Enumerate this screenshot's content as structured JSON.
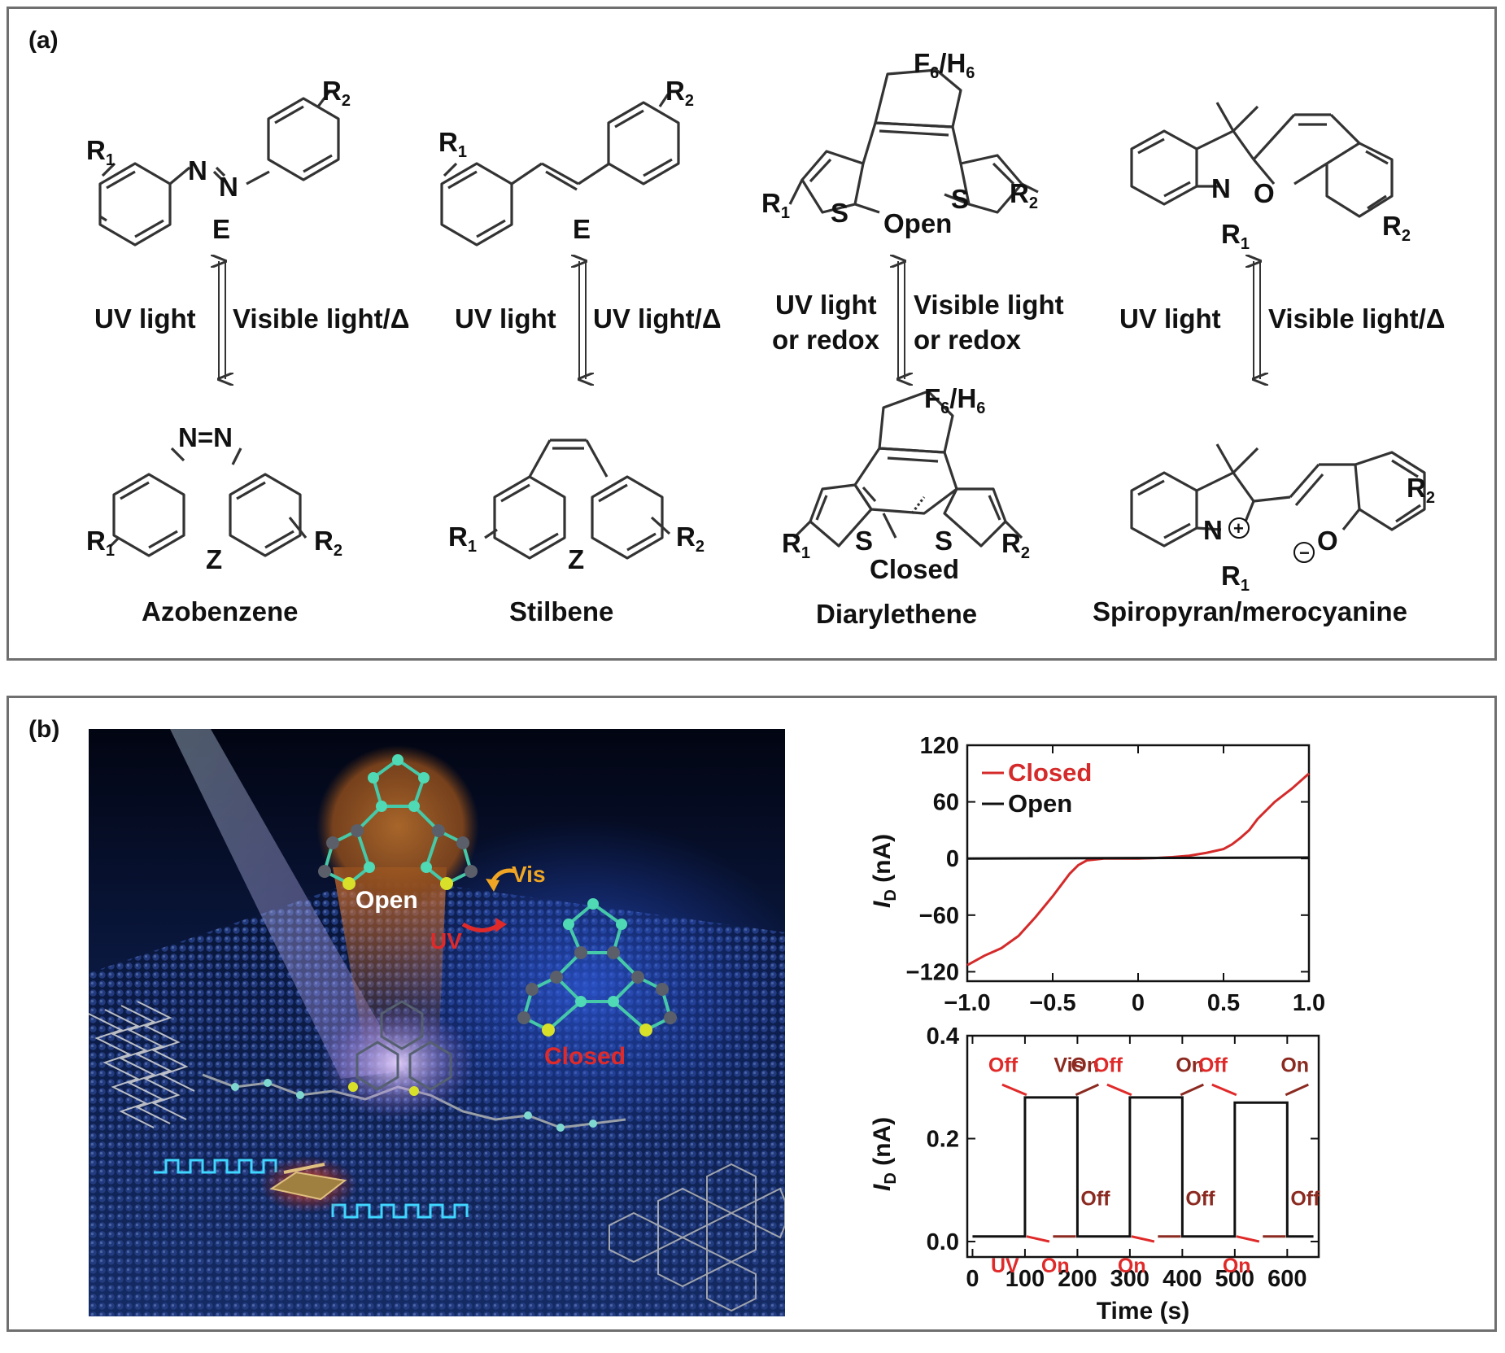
{
  "panel_a": {
    "label": "(a)",
    "azobenzene": {
      "name": "Azobenzene",
      "top_isomer": "E",
      "bottom_isomer": "Z",
      "forward": "UV light",
      "reverse": "Visible light/Δ",
      "r1": "R",
      "r1_sub": "1",
      "r2": "R",
      "r2_sub": "2",
      "n": "N",
      "nn": "N=N"
    },
    "stilbene": {
      "name": "Stilbene",
      "top_isomer": "E",
      "bottom_isomer": "Z",
      "forward": "UV light",
      "reverse": "UV light/Δ",
      "r1": "R",
      "r1_sub": "1",
      "r2": "R",
      "r2_sub": "2"
    },
    "diarylethene": {
      "name": "Diarylethene",
      "top_isomer": "Open",
      "bottom_isomer": "Closed",
      "forward_1": "UV light",
      "forward_2": "or redox",
      "reverse_1": "Visible light",
      "reverse_2": "or redox",
      "ring_f": "F",
      "ring_f_sub": "6",
      "ring_h": "/H",
      "ring_h_sub": "6",
      "s": "S",
      "r1": "R",
      "r1_sub": "1",
      "r2": "R",
      "r2_sub": "2"
    },
    "spiropyran": {
      "name": "Spiropyran/merocyanine",
      "forward": "UV light",
      "reverse": "Visible light/Δ",
      "n": "N",
      "o": "O",
      "r1": "R",
      "r1_sub": "1",
      "r2": "R",
      "r2_sub": "2"
    }
  },
  "panel_b": {
    "label": "(b)",
    "illustration": {
      "open_label": "Open",
      "closed_label": "Closed",
      "vis_label": "Vis",
      "uv_label": "UV"
    },
    "iv_plot": {
      "chart_data": {
        "type": "line",
        "ylabel": "I",
        "ylabel_sub": "D",
        "ylabel_unit": " (nA)",
        "xlim": [
          -1.0,
          1.0
        ],
        "ylim": [
          -130,
          120
        ],
        "xticks": [
          "−1.0",
          "−0.5",
          "0",
          "0.5",
          "1.0"
        ],
        "xtick_values": [
          -1.0,
          -0.5,
          0,
          0.5,
          1.0
        ],
        "yticks": [
          "120",
          "60",
          "0",
          "−60",
          "−120"
        ],
        "ytick_values": [
          120,
          60,
          0,
          -60,
          -120
        ],
        "series": [
          {
            "name": "Closed",
            "color": "#d42a2a",
            "x": [
              -1.0,
              -0.9,
              -0.8,
              -0.7,
              -0.6,
              -0.5,
              -0.45,
              -0.4,
              -0.35,
              -0.3,
              -0.25,
              -0.2,
              -0.1,
              0.0,
              0.1,
              0.2,
              0.3,
              0.4,
              0.5,
              0.55,
              0.6,
              0.65,
              0.7,
              0.8,
              0.9,
              1.0
            ],
            "y": [
              -113,
              -103,
              -95,
              -82,
              -62,
              -40,
              -28,
              -16,
              -7,
              -2,
              -1,
              0,
              0,
              0,
              0.5,
              1.5,
              3,
              6,
              10,
              15,
              22,
              30,
              42,
              60,
              74,
              90
            ]
          },
          {
            "name": "Open",
            "color": "#111111",
            "x": [
              -1.0,
              1.0
            ],
            "y": [
              0,
              1
            ]
          }
        ]
      }
    },
    "time_plot": {
      "chart_data": {
        "type": "line",
        "xlabel": "Time (s)",
        "ylabel": "I",
        "ylabel_sub": "D",
        "ylabel_unit": " (nA)",
        "xlim": [
          -10,
          660
        ],
        "ylim": [
          -0.03,
          0.4
        ],
        "xticks": [
          "0",
          "100",
          "200",
          "300",
          "400",
          "500",
          "600"
        ],
        "xtick_values": [
          0,
          100,
          200,
          300,
          400,
          500,
          600
        ],
        "yticks": [
          "0.4",
          "0.2",
          "0.0"
        ],
        "ytick_values": [
          0.4,
          0.2,
          0.0
        ],
        "series": [
          {
            "name": "",
            "color": "#111111",
            "x": [
              0,
              100,
              100,
              200,
              200,
              300,
              300,
              400,
              400,
              500,
              500,
              600,
              600,
              650
            ],
            "y": [
              0.01,
              0.01,
              0.28,
              0.28,
              0.01,
              0.01,
              0.28,
              0.28,
              0.01,
              0.01,
              0.27,
              0.27,
              0.01,
              0.01
            ]
          }
        ],
        "annotations": {
          "top_left": [
            "Off",
            "Off",
            "Off"
          ],
          "top_right": [
            "On",
            "On",
            "On"
          ],
          "top_vis": "Vis",
          "bottom_left": [
            "On",
            "On",
            "On"
          ],
          "bottom_uv": "UV",
          "bottom_right": [
            "Off",
            "Off",
            "Off"
          ]
        }
      }
    }
  }
}
